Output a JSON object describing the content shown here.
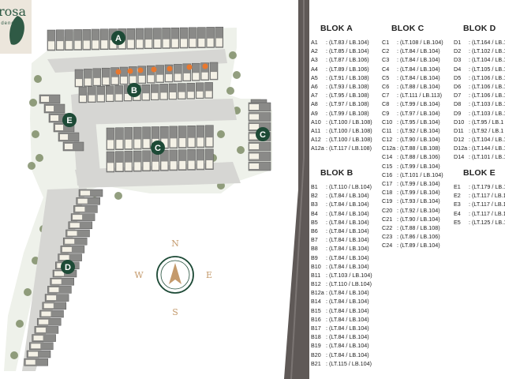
{
  "logo": {
    "line1": "rosa",
    "line2": "idence"
  },
  "compass": {
    "n": "N",
    "s": "S",
    "e": "E",
    "w": "W",
    "arrow_glyph": "A"
  },
  "map_labels": {
    "a": "A",
    "b": "B",
    "c": "C",
    "d": "D",
    "e": "E"
  },
  "colors": {
    "badge": "#1d4a36",
    "road": "#5f5957",
    "accent": "#e9782e",
    "compass": "#c49a6c",
    "tree": "#6f7f55"
  },
  "blocks": {
    "a": {
      "title": "BLOK A",
      "units": [
        {
          "code": "A1",
          "spec": ": (LT.83 / LB.104)"
        },
        {
          "code": "A2",
          "spec": ": (LT.85 / LB.104)"
        },
        {
          "code": "A3",
          "spec": ": (LT.87 / LB.106)"
        },
        {
          "code": "A4",
          "spec": ": (LT.89 / LB.106)"
        },
        {
          "code": "A5",
          "spec": ": (LT.91 / LB.108)"
        },
        {
          "code": "A6",
          "spec": ": (LT.93 / LB.108)"
        },
        {
          "code": "A7",
          "spec": ": (LT.95 / LB.108)"
        },
        {
          "code": "A8",
          "spec": ": (LT.97 / LB.108)"
        },
        {
          "code": "A9",
          "spec": ": (LT.99 / LB.108)"
        },
        {
          "code": "A10",
          "spec": ": (LT.100 / LB.108)"
        },
        {
          "code": "A11",
          "spec": ": (LT.100 / LB.108)"
        },
        {
          "code": "A12",
          "spec": ": (LT.100 / LB.108)"
        },
        {
          "code": "A12a",
          "spec": ": (LT.117 / LB.108)"
        }
      ]
    },
    "b": {
      "title": "BLOK B",
      "units": [
        {
          "code": "B1",
          "spec": ": (LT.110 / LB.104)"
        },
        {
          "code": "B2",
          "spec": ": (LT.84 / LB.104)"
        },
        {
          "code": "B3",
          "spec": ": (LT.84 / LB.104)"
        },
        {
          "code": "B4",
          "spec": ": (LT.84 / LB.104)"
        },
        {
          "code": "B5",
          "spec": ": (LT.84 / LB.104)"
        },
        {
          "code": "B6",
          "spec": ": (LT.84 / LB.104)"
        },
        {
          "code": "B7",
          "spec": ": (LT.84 / LB.104)"
        },
        {
          "code": "B8",
          "spec": ": (LT.84 / LB.104)"
        },
        {
          "code": "B9",
          "spec": ": (LT.84 / LB.104)"
        },
        {
          "code": "B10",
          "spec": ": (LT.84 / LB.104)"
        },
        {
          "code": "B11",
          "spec": ": (LT.103 / LB.104)"
        },
        {
          "code": "B12",
          "spec": ": (LT.110 / LB.104)"
        },
        {
          "code": "B12a",
          "spec": ": (LT.84 / LB.104)"
        },
        {
          "code": "B14",
          "spec": ": (LT.84 / LB.104)"
        },
        {
          "code": "B15",
          "spec": ": (LT.84 / LB.104)"
        },
        {
          "code": "B16",
          "spec": ": (LT.84 / LB.104)"
        },
        {
          "code": "B17",
          "spec": ": (LT.84 / LB.104)"
        },
        {
          "code": "B18",
          "spec": ": (LT.84 / LB.104)"
        },
        {
          "code": "B19",
          "spec": ": (LT.84 / LB.104)"
        },
        {
          "code": "B20",
          "spec": ": (LT.84 / LB.104)"
        },
        {
          "code": "B21",
          "spec": ": (LT.115 / LB.104)"
        }
      ]
    },
    "c": {
      "title": "BLOK C",
      "units": [
        {
          "code": "C1",
          "spec": ": (LT.108 / LB.104)"
        },
        {
          "code": "C2",
          "spec": ": (LT.84 / LB.104)"
        },
        {
          "code": "C3",
          "spec": ": (LT.84 / LB.104)"
        },
        {
          "code": "C4",
          "spec": ": (LT.84 / LB.104)"
        },
        {
          "code": "C5",
          "spec": ": (LT.84 / LB.104)"
        },
        {
          "code": "C6",
          "spec": ": (LT.88 / LB.104)"
        },
        {
          "code": "C7",
          "spec": ": (LT.111 / LB.113)"
        },
        {
          "code": "C8",
          "spec": ": (LT.99 / LB.104)"
        },
        {
          "code": "C9",
          "spec": ": (LT.97 / LB.104)"
        },
        {
          "code": "C10",
          "spec": ": (LT.95 / LB.104)"
        },
        {
          "code": "C11",
          "spec": ": (LT.92 / LB.104)"
        },
        {
          "code": "C12",
          "spec": ": (LT.90 / LB.104)"
        },
        {
          "code": "C12a",
          "spec": ": (LT.88 / LB.108)"
        },
        {
          "code": "C14",
          "spec": ": (LT.88 / LB.106)"
        },
        {
          "code": "C15",
          "spec": ": (LT.99 / LB.104)"
        },
        {
          "code": "C16",
          "spec": ": (LT.101 / LB.104)"
        },
        {
          "code": "C17",
          "spec": ": (LT.99 / LB.104)"
        },
        {
          "code": "C18",
          "spec": ": (LT.99 / LB.104)"
        },
        {
          "code": "C19",
          "spec": ": (LT.93 / LB.104)"
        },
        {
          "code": "C20",
          "spec": ": (LT.92 / LB.104)"
        },
        {
          "code": "C21",
          "spec": ": (LT.90 / LB.104)"
        },
        {
          "code": "C22",
          "spec": ": (LT.88 / LB.108)"
        },
        {
          "code": "C23",
          "spec": ": (LT.86 / LB.106)"
        },
        {
          "code": "C24",
          "spec": ": (LT.89 / LB.104)"
        }
      ]
    },
    "d": {
      "title": "BLOK D",
      "units": [
        {
          "code": "D1",
          "spec": ": (LT.164 / LB.1"
        },
        {
          "code": "D2",
          "spec": ": (LT.102 / LB.1"
        },
        {
          "code": "D3",
          "spec": ": (LT.104 / LB.1"
        },
        {
          "code": "D4",
          "spec": ": (LT.105 / LB.1"
        },
        {
          "code": "D5",
          "spec": ": (LT.106 / LB.1"
        },
        {
          "code": "D6",
          "spec": ": (LT.106 / LB.1"
        },
        {
          "code": "D7",
          "spec": ": (LT.106 / LB.1"
        },
        {
          "code": "D8",
          "spec": ": (LT.103 / LB.1"
        },
        {
          "code": "D9",
          "spec": ": (LT.103 / LB.1"
        },
        {
          "code": "D10",
          "spec": ": (LT.95 / LB.1"
        },
        {
          "code": "D11",
          "spec": ": (LT.92 / LB.1"
        },
        {
          "code": "D12",
          "spec": ": (LT.104 / LB.1"
        },
        {
          "code": "D12a",
          "spec": ": (LT.144 / LB.1"
        },
        {
          "code": "D14",
          "spec": ": (LT.101 / LB.1"
        }
      ]
    },
    "e": {
      "title": "BLOK E",
      "units": [
        {
          "code": "E1",
          "spec": ": (LT.179 / LB.1"
        },
        {
          "code": "E2",
          "spec": ": (LT.117 / LB.1"
        },
        {
          "code": "E3",
          "spec": ": (LT.117 / LB.1"
        },
        {
          "code": "E4",
          "spec": ": (LT.117 / LB.1"
        },
        {
          "code": "E5",
          "spec": ": (LT.125 / LB.1"
        }
      ]
    }
  }
}
